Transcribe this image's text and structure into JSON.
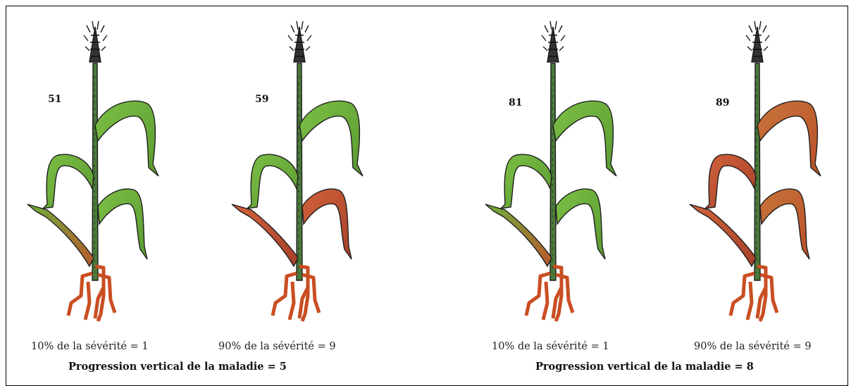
{
  "panels": [
    {
      "plants": [
        {
          "code": "51",
          "severity_label": "10% de la sévérité = 1"
        },
        {
          "code": "59",
          "severity_label": "90% de la sévérité = 9"
        }
      ],
      "progression_label": "Progression vertical de la maladie = 5"
    },
    {
      "plants": [
        {
          "code": "81",
          "severity_label": "10% de la sévérité = 1"
        },
        {
          "code": "89",
          "severity_label": "90% de la sévérité = 9"
        }
      ],
      "progression_label": "Progression vertical de la maladie = 8"
    }
  ],
  "colors": {
    "healthy_leaf": "#6fae3a",
    "diseased_leaf": "#c9532a",
    "stem": "#4a7a3a",
    "ear": "#1a1a1a",
    "outline": "#1e1e1e"
  }
}
